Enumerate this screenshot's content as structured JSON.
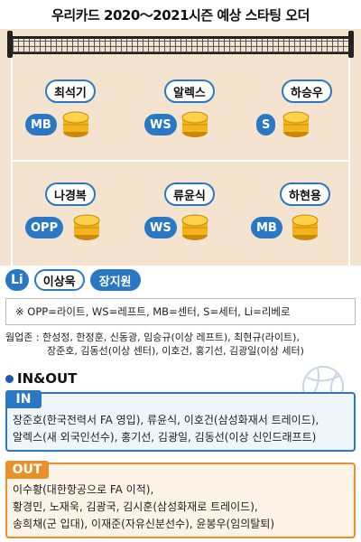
{
  "title": "우리카드 2020～2021시즌 예상 스타팅 오더",
  "colors": {
    "blue": "#2a78c4",
    "orange": "#e8902a",
    "court": "#f3e3cf"
  },
  "players": [
    {
      "name": "최석기",
      "position": "MB"
    },
    {
      "name": "알렉스",
      "position": "WS"
    },
    {
      "name": "하승우",
      "position": "S"
    },
    {
      "name": "나경복",
      "position": "OPP"
    },
    {
      "name": "류윤식",
      "position": "WS"
    },
    {
      "name": "하현용",
      "position": "MB"
    }
  ],
  "libero": {
    "badge": "Li",
    "names": [
      "이상욱",
      "장지원"
    ]
  },
  "legend": "※ OPP=라이트, WS=레프트, MB=센터, S=세터, Li=리베로",
  "spare": {
    "label": "웜업존 :",
    "line1": " 한성정, 한정훈, 신동광, 임승규(이상 레프트), 최현규(라이트),",
    "line2": "장준호, 김동선(이상 센터), 이호건, 홍기선, 김광일(이상 세터)"
  },
  "inout": {
    "title": "IN&OUT",
    "in_label": "IN",
    "in_line1": "장준호(한국전력서 FA 영입), 류윤식, 이호건(삼성화재서 트레이드),",
    "in_line2": "알렉스(새 외국인선수), 홍기선, 김광일, 김동선(이상 신인드래프트)",
    "out_label": "OUT",
    "out_line1": "이수황(대한항공으로 FA 이적),",
    "out_line2": "황경민, 노재욱, 김광국, 김시훈(삼성화재로 트레이드),",
    "out_line3": "송희채(군 입대), 이재준(자유신분선수), 윤봉우(임의탈퇴)"
  }
}
